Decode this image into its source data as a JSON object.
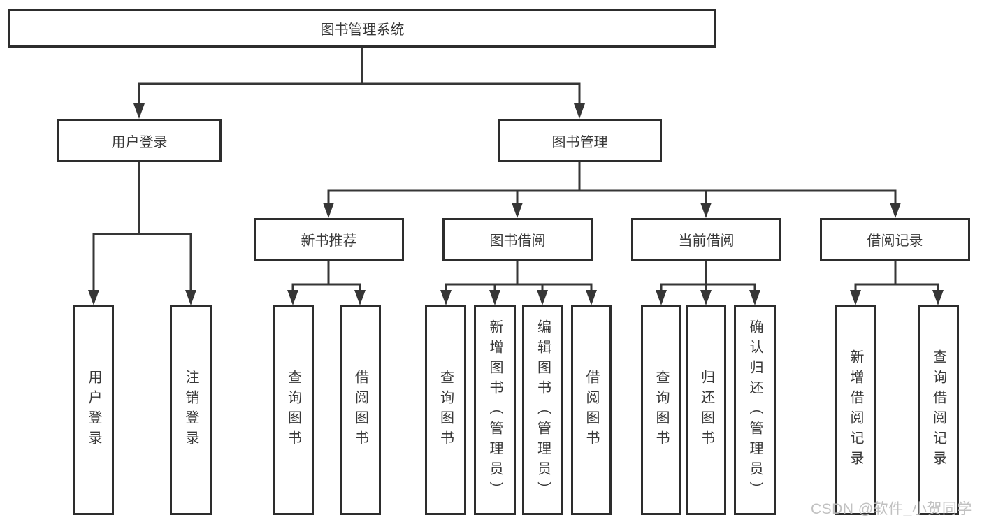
{
  "colors": {
    "line": "#363636",
    "box_border": "#2d2d2d",
    "text": "#383838",
    "background": "#ffffff",
    "watermark": "#bcbcbc"
  },
  "watermark": {
    "text": "CSDN @软件_小贺同学"
  },
  "tree": {
    "root": {
      "label": "图书管理系统",
      "children": [
        {
          "label": "用户登录",
          "children": [
            {
              "label": "用户登录"
            },
            {
              "label": "注销登录"
            }
          ]
        },
        {
          "label": "图书管理",
          "children": [
            {
              "label": "新书推荐",
              "children": [
                {
                  "label": "查询图书"
                },
                {
                  "label": "借阅图书"
                }
              ]
            },
            {
              "label": "图书借阅",
              "children": [
                {
                  "label": "查询图书"
                },
                {
                  "label": "新增图书（管理员）"
                },
                {
                  "label": "编辑图书（管理员）"
                },
                {
                  "label": "借阅图书"
                }
              ]
            },
            {
              "label": "当前借阅",
              "children": [
                {
                  "label": "查询图书"
                },
                {
                  "label": "归还图书"
                },
                {
                  "label": "确认归还（管理员）"
                }
              ]
            },
            {
              "label": "借阅记录",
              "children": [
                {
                  "label": "新增借阅记录"
                },
                {
                  "label": "查询借阅记录"
                }
              ]
            }
          ]
        }
      ]
    }
  }
}
